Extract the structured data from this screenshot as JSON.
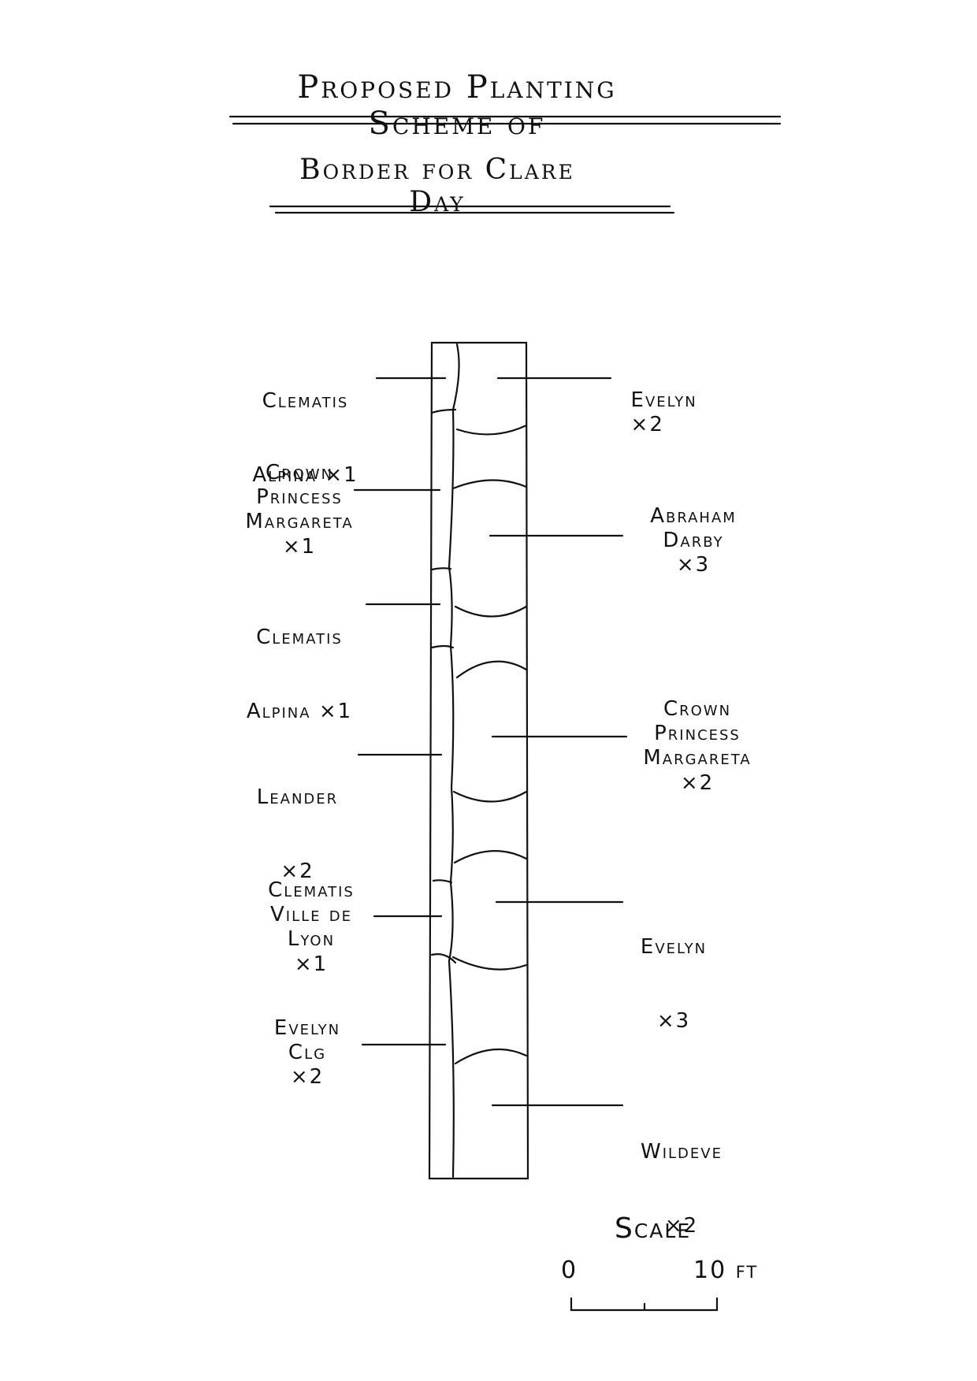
{
  "title": {
    "line1": "Proposed Planting Scheme of",
    "line2": "Border for Clare Day"
  },
  "left_labels": [
    {
      "name": "Clematis",
      "detail": "Alpina ×1"
    },
    {
      "name": "Crown Princess Margareta",
      "detail": "×1"
    },
    {
      "name": "Clematis",
      "detail": "Alpina ×1"
    },
    {
      "name": "Leander",
      "detail": "×2"
    },
    {
      "name": "Clematis Ville de Lyon",
      "detail": "×1"
    },
    {
      "name": "Evelyn Clg",
      "detail": "×2"
    }
  ],
  "right_labels": [
    {
      "name": "Evelyn",
      "detail": "×2"
    },
    {
      "name": "Abraham Darby",
      "detail": "×3"
    },
    {
      "name": "Crown Princess Margareta",
      "detail": "×2"
    },
    {
      "name": "Evelyn",
      "detail": "×3"
    },
    {
      "name": "Wildeve",
      "detail": "×2"
    }
  ],
  "scale": {
    "label": "Scale",
    "start": "0",
    "end": "10 ft"
  }
}
